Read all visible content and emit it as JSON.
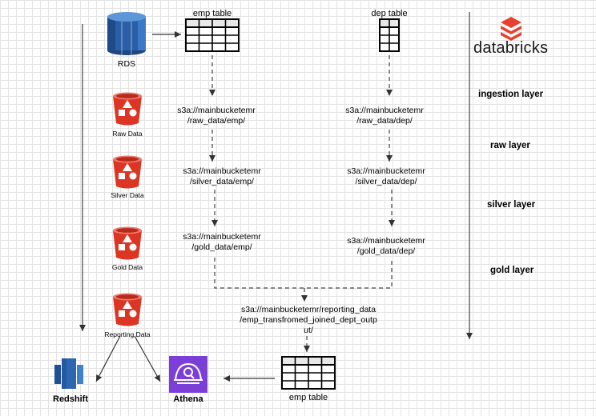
{
  "brand": {
    "name": "databricks",
    "color": "#e8402f"
  },
  "colors": {
    "s3": "#dd3523",
    "rds": "#2a5fa8",
    "redshift": "#2e67b1",
    "athena": "#7b3fd8"
  },
  "icons": {
    "rds": {
      "label": "RDS",
      "icon": "rds-database-icon"
    },
    "raw": {
      "label": "Raw Data",
      "icon": "s3-bucket-icon"
    },
    "silver": {
      "label": "Silver Data",
      "icon": "s3-bucket-icon"
    },
    "gold": {
      "label": "Gold Data",
      "icon": "s3-bucket-icon"
    },
    "reporting": {
      "label": "Reporting Data",
      "icon": "s3-bucket-icon"
    },
    "redshift": {
      "label": "Redshift",
      "icon": "redshift-icon"
    },
    "athena": {
      "label": "Athena",
      "icon": "athena-icon"
    }
  },
  "tables": {
    "emp_top": "emp table",
    "dep_top": "dep table",
    "emp_bottom": "emp table"
  },
  "paths": {
    "emp_raw": [
      "s3a://mainbucketemr",
      "/raw_data/emp/"
    ],
    "dep_raw": [
      "s3a://mainbucketemr",
      "/raw_data/dep/"
    ],
    "emp_silver": [
      "s3a://mainbucketemr",
      "/silver_data/emp/"
    ],
    "dep_silver": [
      "s3a://mainbucketemr",
      "/silver_data/dep/"
    ],
    "emp_gold": [
      "s3a://mainbucketemr",
      "/gold_data/emp/"
    ],
    "dep_gold": [
      "s3a://mainbucketemr",
      "/gold_data/dep/"
    ],
    "reporting": [
      "s3a://mainbucketemr/reporting_data",
      "/emp_transfromed_joined_dept_outp",
      "ut/"
    ]
  },
  "layers": [
    "ingestion layer",
    "raw layer",
    "silver layer",
    "gold layer"
  ]
}
